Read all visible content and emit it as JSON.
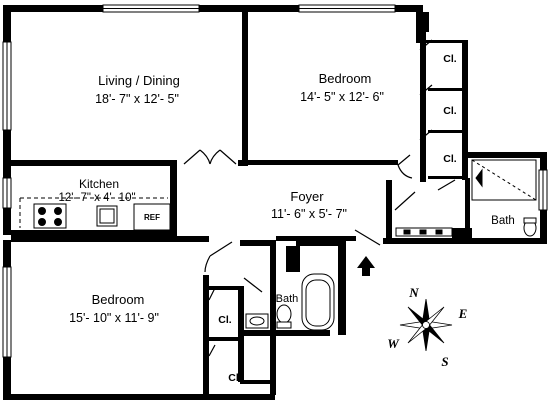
{
  "rooms": {
    "living_dining": {
      "name": "Living / Dining",
      "dims": "18'- 7\" x 12'- 5\""
    },
    "bedroom_upper": {
      "name": "Bedroom",
      "dims": "14'- 5\" x 12'- 6\""
    },
    "kitchen": {
      "name": "Kitchen",
      "dims": "12'- 7\" x 4'- 10\""
    },
    "foyer": {
      "name": "Foyer",
      "dims": "11'- 6\" x 5'- 7\""
    },
    "bedroom_lower": {
      "name": "Bedroom",
      "dims": "15'- 10\" x 11'- 9\""
    },
    "bath_right": {
      "name": "Bath"
    },
    "bath_center": {
      "name": "Bath"
    }
  },
  "closets": {
    "cl1": "Cl.",
    "cl2": "Cl.",
    "cl3": "Cl.",
    "cl4": "Cl.",
    "cl5": "Cl."
  },
  "appliances": {
    "ref": "REF"
  },
  "compass": {
    "n": "N",
    "e": "E",
    "s": "S",
    "w": "W"
  },
  "colors": {
    "wall": "#000000",
    "background": "#ffffff",
    "fixture": "#666666"
  }
}
